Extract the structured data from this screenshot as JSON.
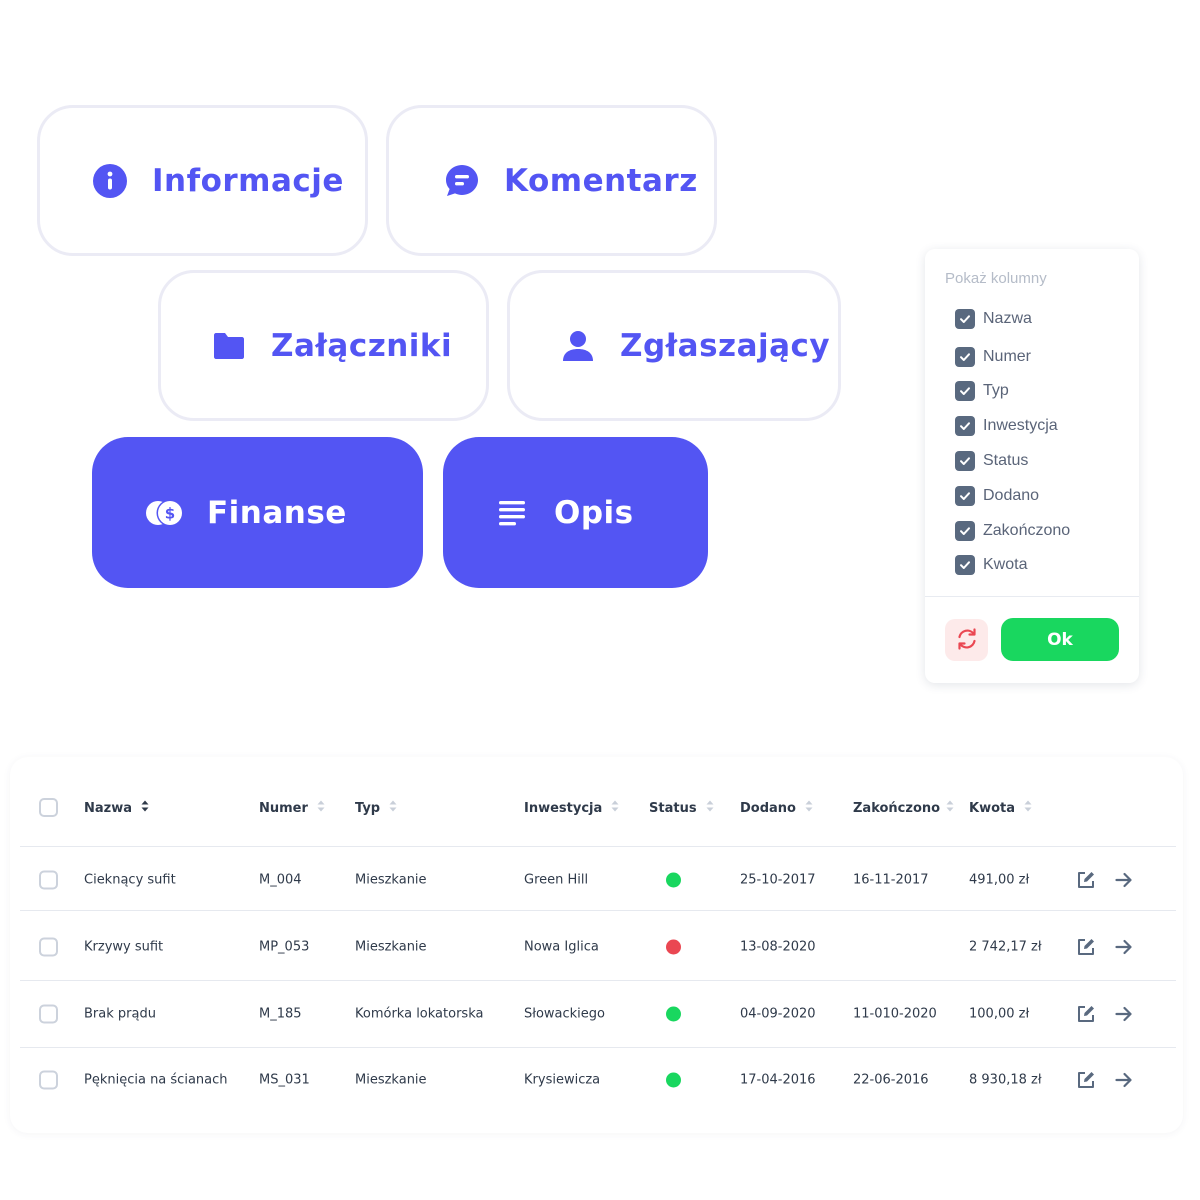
{
  "tabs": [
    {
      "label": "Informacje",
      "icon": "info-icon",
      "style": "outline"
    },
    {
      "label": "Komentarz",
      "icon": "comment-icon",
      "style": "outline"
    },
    {
      "label": "Załączniki",
      "icon": "folder-icon",
      "style": "outline"
    },
    {
      "label": "Zgłaszający",
      "icon": "user-icon",
      "style": "outline"
    },
    {
      "label": "Finanse",
      "icon": "coins-icon",
      "style": "filled"
    },
    {
      "label": "Opis",
      "icon": "description-icon",
      "style": "filled"
    }
  ],
  "column_picker": {
    "title": "Pokaż kolumny",
    "items": [
      {
        "label": "Nazwa",
        "checked": true
      },
      {
        "label": "Numer",
        "checked": true
      },
      {
        "label": "Typ",
        "checked": true
      },
      {
        "label": "Inwestycja",
        "checked": true
      },
      {
        "label": "Status",
        "checked": true
      },
      {
        "label": "Dodano",
        "checked": true
      },
      {
        "label": "Zakończono",
        "checked": true
      },
      {
        "label": "Kwota",
        "checked": true
      }
    ],
    "reset_icon": "refresh-icon",
    "ok_label": "Ok"
  },
  "table": {
    "columns": [
      "Nazwa",
      "Numer",
      "Typ",
      "Inwestycja",
      "Status",
      "Dodano",
      "Zakończono",
      "Kwota"
    ],
    "rows": [
      {
        "nazwa": "Cieknący sufit",
        "numer": "M_004",
        "typ": "Mieszkanie",
        "inwestycja": "Green Hill",
        "status": "green",
        "dodano": "25-10-2017",
        "zakonczono": "16-11-2017",
        "kwota": "491,00 zł"
      },
      {
        "nazwa": "Krzywy sufit",
        "numer": "MP_053",
        "typ": "Mieszkanie",
        "inwestycja": "Nowa Iglica",
        "status": "red",
        "dodano": "13-08-2020",
        "zakonczono": "",
        "kwota": "2 742,17 zł"
      },
      {
        "nazwa": "Brak prądu",
        "numer": "M_185",
        "typ": "Komórka lokatorska",
        "inwestycja": "Słowackiego",
        "status": "green",
        "dodano": "04-09-2020",
        "zakonczono": "11-010-2020",
        "kwota": "100,00 zł"
      },
      {
        "nazwa": "Pęknięcia na ścianach",
        "numer": "MS_031",
        "typ": "Mieszkanie",
        "inwestycja": "Krysiewicza",
        "status": "green",
        "dodano": "17-04-2016",
        "zakonczono": "22-06-2016",
        "kwota": "8 930,18 zł"
      }
    ],
    "row_actions": [
      "edit-icon",
      "arrow-right-icon"
    ]
  },
  "colors": {
    "accent": "#5355f3",
    "status_green": "#19d75f",
    "status_red": "#ea4752",
    "ok_green": "#19d75f",
    "checkbox_dark": "#59697f"
  }
}
